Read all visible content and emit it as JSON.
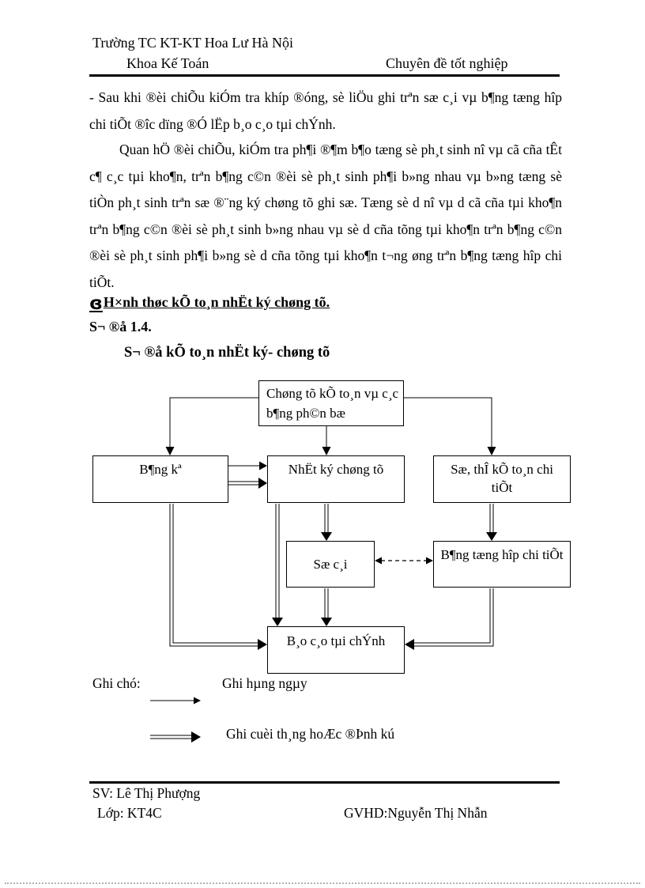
{
  "header": {
    "school": "Trường TC KT-KT Hoa Lư Hà Nội",
    "department": "Khoa Kế Toán",
    "doc_type": "Chuyên đề tốt nghiệp"
  },
  "body": {
    "para1": "- Sau khi ®èi chiÕu kiÓm tra khíp ®óng, sè liÖu ghi trªn sæ c¸i vµ b¶ng tæng hîp chi tiÕt ®îc  dïng ®Ó lËp b¸o c¸o tµi chÝnh.",
    "para2": "Quan hÖ ®èi chiÕu, kiÓm tra ph¶i ®¶m b¶o tæng sè ph¸t sinh nî vµ cã cña tÊt c¶ c¸c tµi kho¶n, trªn b¶ng c©n ®èi sè ph¸t sinh ph¶i b»ng nhau vµ b»ng tæng sè tiÒn ph¸t sinh trªn sæ ®¨ng ký chøng tõ ghi sæ. Tæng sè d  nî vµ d  cã cña tµi kho¶n trªn b¶ng c©n ®èi sè ph¸t sinh b»ng nhau vµ sè d  cña tõng tµi kho¶n trªn b¶ng c©n ®èi sè ph¸t sinh ph¶i b»ng sè d  cña tõng tµi kho¶n t¬ng  øng trªn b¶ng tæng hîp chi tiÕt.",
    "ornament": "ɞ",
    "heading": "H×nh thøc kÕ to¸n nhËt ký chøng tõ.",
    "subheading": "S¬ ®å 1.4.",
    "diagram_title": "S¬ ®å kÕ to¸n nhËt ký- chøng tõ"
  },
  "diagram": {
    "boxes": {
      "chung_tu": "Chøng tõ kÕ to¸n vµ c¸c b¶ng ph©n bæ",
      "bang_ke": "B¶ng kª",
      "nhat_ky": "NhËt ký chøng tõ",
      "so_the": "Sæ, thÎ kÕ to¸n chi tiÕt",
      "so_cai": "Sæ c¸i",
      "bang_tong_hop": "B¶ng tæng hîp chi tiÕt",
      "bao_cao": "B¸o c¸o tµi chÝnh"
    },
    "legend": {
      "title": "Ghi chó:",
      "daily": "Ghi hµng ngµy",
      "periodic": "Ghi cuèi th¸ng hoÆc ®Þnh kú"
    }
  },
  "footer": {
    "student": "SV: Lê Thị Phượng",
    "class_name": "Lớp: KT4C",
    "advisor": "GVHD:Nguyễn  Thị Nhẫn"
  }
}
